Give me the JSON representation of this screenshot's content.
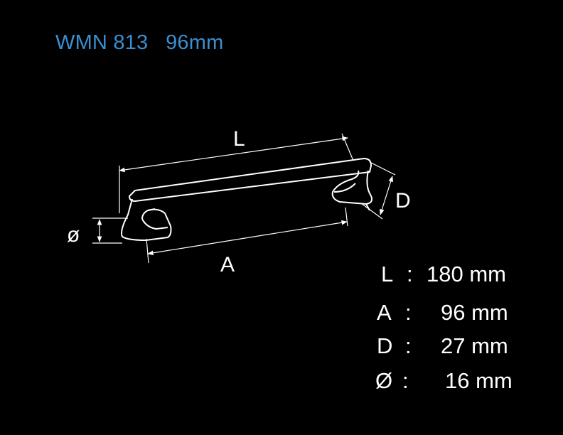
{
  "title": "WMN 813   96mm",
  "diagram": {
    "label_L": "L",
    "label_A": "A",
    "label_D": "D",
    "label_diameter": "ø"
  },
  "specs": [
    {
      "key": "L",
      "sep": ":",
      "value": "180 mm"
    },
    {
      "key": "A",
      "sep": ":",
      "value": "96 mm"
    },
    {
      "key": "D",
      "sep": ":",
      "value": "27 mm"
    },
    {
      "key": "Ø",
      "sep": ":",
      "value": "16 mm"
    }
  ],
  "colors": {
    "title": "#3a8fd0",
    "line": "#ffffff",
    "background": "#000000"
  }
}
